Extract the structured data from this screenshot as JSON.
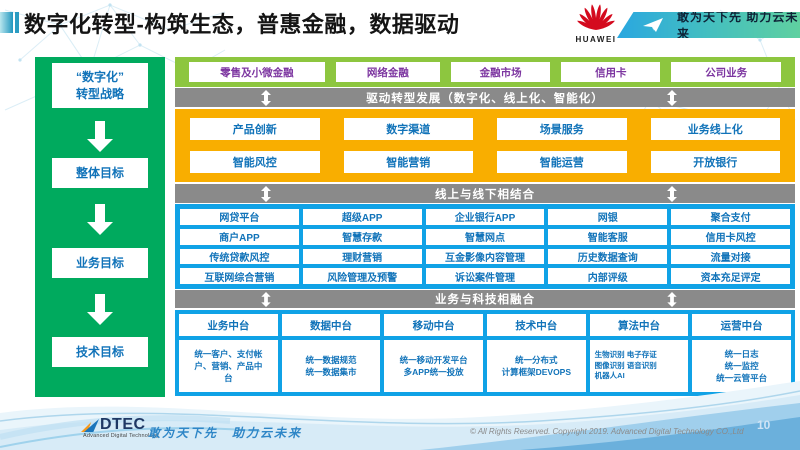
{
  "slide": {
    "title": "数字化转型-构筑生态，普惠金融，数据驱动",
    "page_number": "10"
  },
  "header": {
    "huawei_wordmark": "HUAWEI",
    "banner_slogan": "敢为天下先 助力云未来"
  },
  "sidebar": {
    "items": [
      "“数字化”\n转型战略",
      "整体目标",
      "业务目标",
      "技术目标"
    ]
  },
  "business_row": [
    "零售及小微金融",
    "网络金融",
    "金融市场",
    "信用卡",
    "公司业务"
  ],
  "bars": {
    "drive": "驱动转型发展（数字化、线上化、智能化）",
    "online_offline": "线上与线下相结合",
    "fusion": "业务与科技相融合"
  },
  "capabilities": {
    "row1": [
      "产品创新",
      "数字渠道",
      "场景服务",
      "业务线上化"
    ],
    "row2": [
      "智能风控",
      "智能营销",
      "智能运营",
      "开放银行"
    ]
  },
  "systems": {
    "row1": [
      "网贷平台",
      "超级APP",
      "企业银行APP",
      "网银",
      "聚合支付"
    ],
    "row2": [
      "商户APP",
      "智慧存款",
      "智慧网点",
      "智能客服",
      "信用卡风控"
    ],
    "row3": [
      "传统贷款风控",
      "理财营销",
      "互金影像内容管理",
      "历史数据查询",
      "流量对接"
    ],
    "row4": [
      "互联网综合营销",
      "风险管理及预警",
      "诉讼案件管理",
      "内部评级",
      "资本充足评定"
    ]
  },
  "platforms": [
    {
      "title": "业务中台",
      "desc": "统一客户、支付帐\n户、营销、产品中\n台"
    },
    {
      "title": "数据中台",
      "desc": "统一数据规范\n统一数据集市"
    },
    {
      "title": "移动中台",
      "desc": "统一移动开发平台\n多APP统一投放"
    },
    {
      "title": "技术中台",
      "desc": "统一分布式\n计算框架DEVOPS"
    },
    {
      "title": "算法中台",
      "desc": "生物识别 电子存证\n图像识别 语音识别\n机器人AI"
    },
    {
      "title": "运营中台",
      "desc": "统一日志\n统一监控\n统一云管平台"
    }
  ],
  "footer": {
    "dtec_wordmark": "DTEC",
    "dtec_subtitle": "Advanced Digital Technology",
    "slogan": "敢为天下先　助力云未来",
    "copyright": "© All Rights Reserved. Copyright 2019. Advanced Digital Technology CO.,Ltd"
  },
  "colors": {
    "sidebar_green": "#00aa5e",
    "business_row_green": "#8dc63f",
    "capability_yellow": "#f9ae00",
    "connector_gray": "#8a8a8a",
    "section_blue": "#10a2e6",
    "box_text_blue": "#1173b9",
    "business_text_purple": "#7c35a0",
    "huawei_red": "#d40a1e",
    "banner_gradient": [
      "#2aa7e0",
      "#5fd0a0"
    ]
  }
}
